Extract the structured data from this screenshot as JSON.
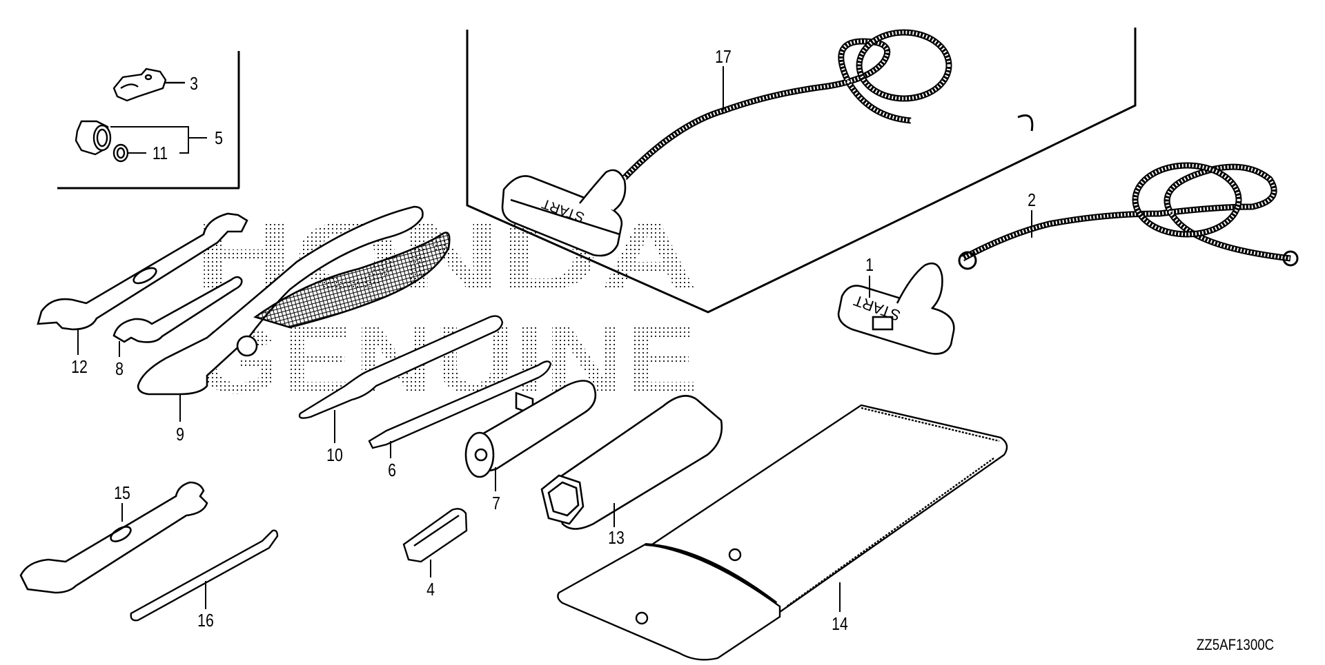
{
  "diagram": {
    "type": "exploded-parts-diagram",
    "subject": "tool kit / starter grip and rope",
    "drawing_code": "ZZ5AF1300C",
    "watermark": [
      "HONDA",
      "GENUINE"
    ],
    "colors": {
      "line": "#000000",
      "background": "#ffffff",
      "watermark_dots": "#000000"
    },
    "grip_text": "START",
    "parts": [
      {
        "ref": "1",
        "name": "starter-grip"
      },
      {
        "ref": "2",
        "name": "starter-rope"
      },
      {
        "ref": "3",
        "name": "clip"
      },
      {
        "ref": "4",
        "name": "plug-cap-clip"
      },
      {
        "ref": "5",
        "name": "nut-assembly"
      },
      {
        "ref": "6",
        "name": "screwdriver-grip-bit"
      },
      {
        "ref": "7",
        "name": "socket-wrench"
      },
      {
        "ref": "8",
        "name": "open-end-wrench"
      },
      {
        "ref": "9",
        "name": "pliers"
      },
      {
        "ref": "10",
        "name": "screwdriver"
      },
      {
        "ref": "11",
        "name": "o-ring"
      },
      {
        "ref": "12",
        "name": "wrench-12mm-21"
      },
      {
        "ref": "13",
        "name": "spark-plug-wrench"
      },
      {
        "ref": "14",
        "name": "tool-bag"
      },
      {
        "ref": "15",
        "name": "wrench-8-10mm"
      },
      {
        "ref": "16",
        "name": "screwdriver-small"
      },
      {
        "ref": "17",
        "name": "emergency-starter-rope"
      }
    ],
    "groups": [
      {
        "bracket_ref": "5",
        "members": [
          "5",
          "11"
        ]
      }
    ]
  }
}
